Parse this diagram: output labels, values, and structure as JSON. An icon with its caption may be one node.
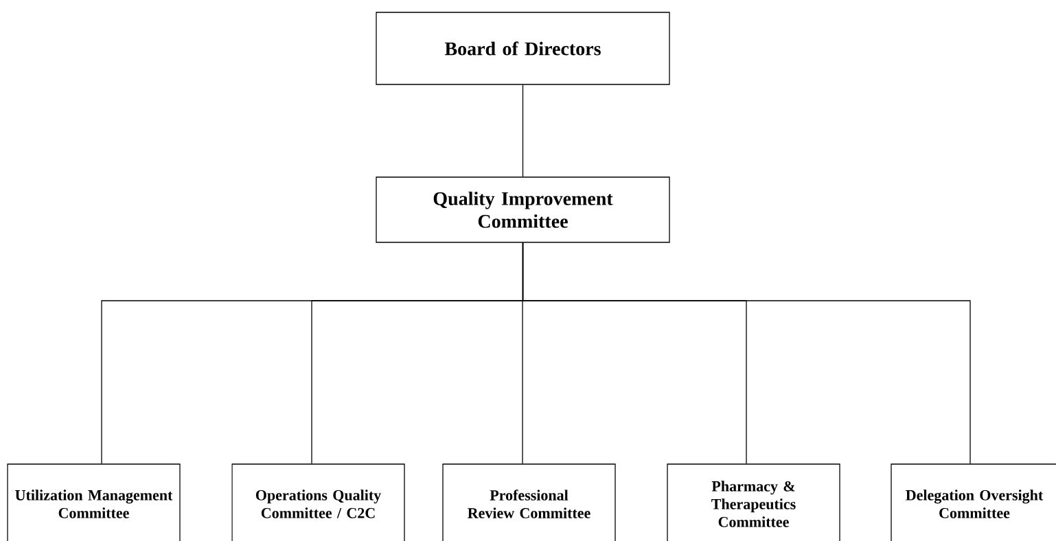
{
  "diagram": {
    "nodes": [
      {
        "text": [
          "Board of Directors"
        ]
      },
      {
        "text": [
          "Quality Improvement Committee"
        ]
      },
      {
        "text": [
          "Utilization Management Committee"
        ]
      },
      {
        "text": [
          "Operations Quality Committee / C2C"
        ]
      },
      {
        "text": [
          "Professional Review Committee"
        ]
      },
      {
        "text": [
          "Pharmacy & Therapeutics Committee"
        ]
      },
      {
        "text": [
          "Delegation Oversight Committee"
        ]
      }
    ],
    "edges": [
      {
        "from": 0,
        "to": 1,
        "arrow": "none"
      },
      {
        "from": 1,
        "to": 2,
        "arrow": "none"
      },
      {
        "from": 1,
        "to": 3,
        "arrow": "none"
      },
      {
        "from": 1,
        "to": 4,
        "arrow": "none"
      },
      {
        "from": 1,
        "to": 5,
        "arrow": "none"
      },
      {
        "from": 1,
        "to": 6,
        "arrow": "none"
      }
    ]
  }
}
